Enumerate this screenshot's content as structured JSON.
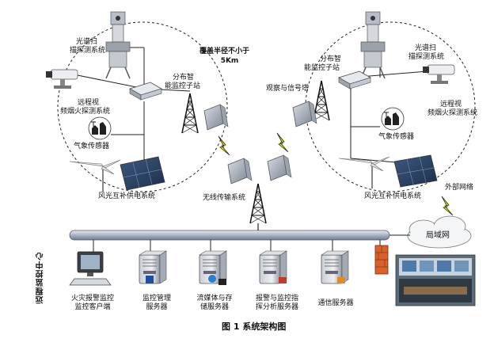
{
  "diagram": {
    "caption": "图 1  系统架构图",
    "coverage": [
      "覆盖半径不小于",
      "5Km"
    ],
    "left_site": {
      "scanner": [
        "光谱扫",
        "描探测系统"
      ],
      "substation": [
        "分布智",
        "能监控子站"
      ],
      "smoke_camera": [
        "远程视",
        "频烟火探测系统"
      ],
      "weather": "气象传感器",
      "power": "风光互补供电系统"
    },
    "right_site": {
      "scanner": [
        "光谱扫",
        "描探测系统"
      ],
      "substation": [
        "分布智",
        "能监控子站"
      ],
      "tower": "观察与信号塔",
      "smoke_camera": [
        "远程视",
        "频烟火探测系统"
      ],
      "weather": "气象传感器",
      "power": "风光互补供电系统"
    },
    "wireless": "无线传输系统",
    "external_network": "外部网络",
    "lan": "局域网",
    "monitoring_center": "远程监控中心",
    "servers": [
      {
        "label": [
          "火灾报警监控",
          "监控客户端"
        ]
      },
      {
        "label": [
          "监控管理",
          "服务器"
        ]
      },
      {
        "label": [
          "流媒体与存",
          "储服务器"
        ]
      },
      {
        "label": [
          "报警与监控指",
          "挥分析服务器"
        ]
      },
      {
        "label": [
          "通信服务器"
        ]
      }
    ]
  }
}
